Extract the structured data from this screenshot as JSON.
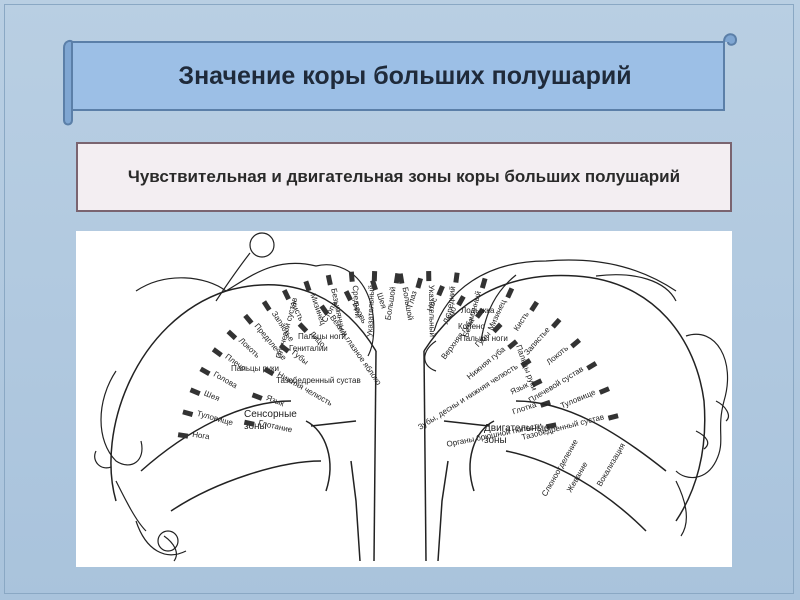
{
  "title": "Значение коры больших полушарий",
  "subtitle": "Чувствительная и двигательная зоны коры больших полушарий",
  "sensory": {
    "zone_title": "Сенсорные\nзоны",
    "labels": [
      "Нога",
      "Туловище",
      "Шея",
      "Голова",
      "Плечо",
      "Локоть",
      "Предплечье",
      "Запястье",
      "Кисть",
      "Мизинец",
      "Безымянный",
      "Средний",
      "Указательный",
      "Большой",
      "Глаз",
      "Нос",
      "Лицо",
      "Верхняя губа",
      "Губы",
      "Нижняя губа",
      "Зубы, десны и нижняя челюсть",
      "Язык",
      "Глотка",
      "Органы брюшной полости",
      "Стопа",
      "Пальцы ноги",
      "Гениталии",
      "Плечевой сустав",
      "Пальцы руки",
      "Тазобедренный сустав"
    ]
  },
  "motor": {
    "zone_title": "Двигательные\nзоны",
    "labels": [
      "Тазобедренный сустав",
      "Туловище",
      "Плечевой сустав",
      "Локоть",
      "Запястье",
      "Кисть",
      "Мизинец",
      "Безымянный",
      "Средний",
      "Указательный",
      "Большой",
      "Шея",
      "Бровь",
      "Веки и глазное яблоко",
      "Лицо",
      "Губы",
      "Нижняя челюсть",
      "Язык",
      "Глотание",
      "Лодыжка",
      "Колено",
      "Пальцы ноги",
      "Пальцы руки",
      "Слюноотделение",
      "Жевание",
      "Вокализация"
    ]
  }
}
